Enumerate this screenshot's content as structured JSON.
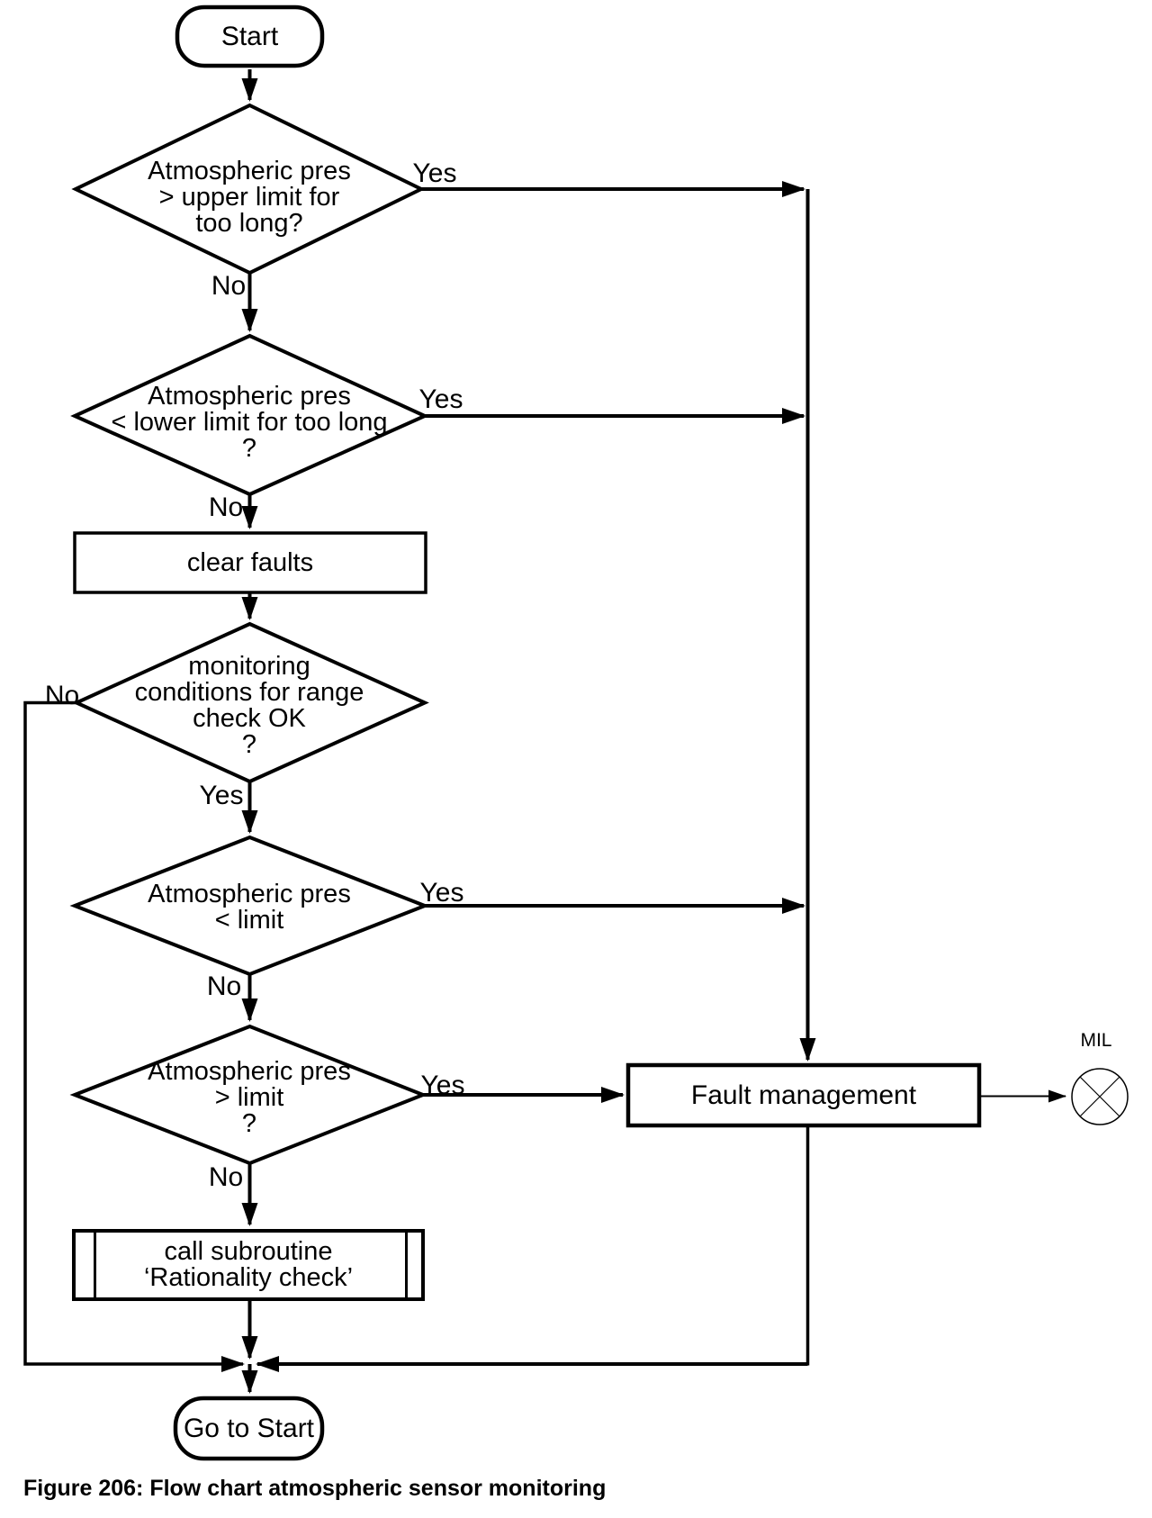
{
  "figure": {
    "caption": "Figure 206: Flow chart atmospheric sensor monitoring"
  },
  "colors": {
    "ink": "#000000",
    "background": "#ffffff"
  },
  "nodes": {
    "start": {
      "label": "Start"
    },
    "decision_upper_limit": {
      "line1": "Atmospheric pres",
      "line2": "> upper limit for",
      "line3": "too long?"
    },
    "decision_lower_limit": {
      "line1": "Atmospheric pres",
      "line2": "< lower limit for too long",
      "line3": "?"
    },
    "clear_faults": {
      "label": "clear faults"
    },
    "decision_monitoring": {
      "line1": "monitoring",
      "line2": "conditions for range",
      "line3": "check OK",
      "line4": "?"
    },
    "decision_below_limit": {
      "line1": "Atmospheric pres",
      "line2": "< limit"
    },
    "decision_above_limit": {
      "line1": "Atmospheric pres",
      "line2": "> limit",
      "line3": "?"
    },
    "subroutine": {
      "line1": "call subroutine",
      "line2": "‘Rationality check’"
    },
    "fault_management": {
      "label": "Fault management"
    },
    "mil": {
      "label": "MIL"
    },
    "goto_start": {
      "label": "Go to Start"
    }
  },
  "edge_labels": {
    "upper_yes": "Yes",
    "upper_no": "No",
    "lower_yes": "Yes",
    "lower_no": "No",
    "monitoring_no": "No",
    "monitoring_yes": "Yes",
    "below_yes": "Yes",
    "below_no": "No",
    "above_yes": "Yes",
    "above_no": "No"
  }
}
